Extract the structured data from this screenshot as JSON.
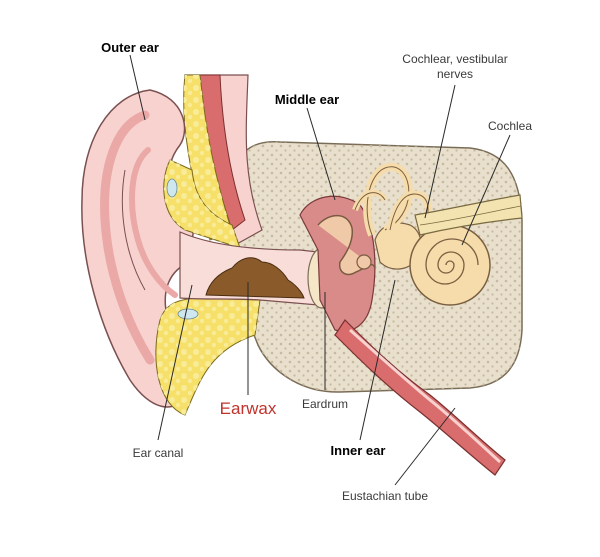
{
  "labels": {
    "outer_ear": "Outer ear",
    "middle_ear": "Middle ear",
    "nerves_line1": "Cochlear, vestibular",
    "nerves_line2": "nerves",
    "cochlea": "Cochlea",
    "earwax": "Earwax",
    "eardrum": "Eardrum",
    "ear_canal": "Ear canal",
    "inner_ear": "Inner ear",
    "eustachian_tube": "Eustachian tube"
  },
  "colors": {
    "bone": "#e8dfcc",
    "bone_dots": "#c7baa0",
    "skin": "#f7d2cf",
    "skin_dark": "#eaa9a6",
    "fat": "#f6e06a",
    "fat_cells": "#f9ec98",
    "muscle": "#d96c6c",
    "earwax": "#8a5a2b",
    "inner_ear": "#f6dcab",
    "nerve": "#f3e3b0",
    "highlight_text": "#c0322c"
  }
}
